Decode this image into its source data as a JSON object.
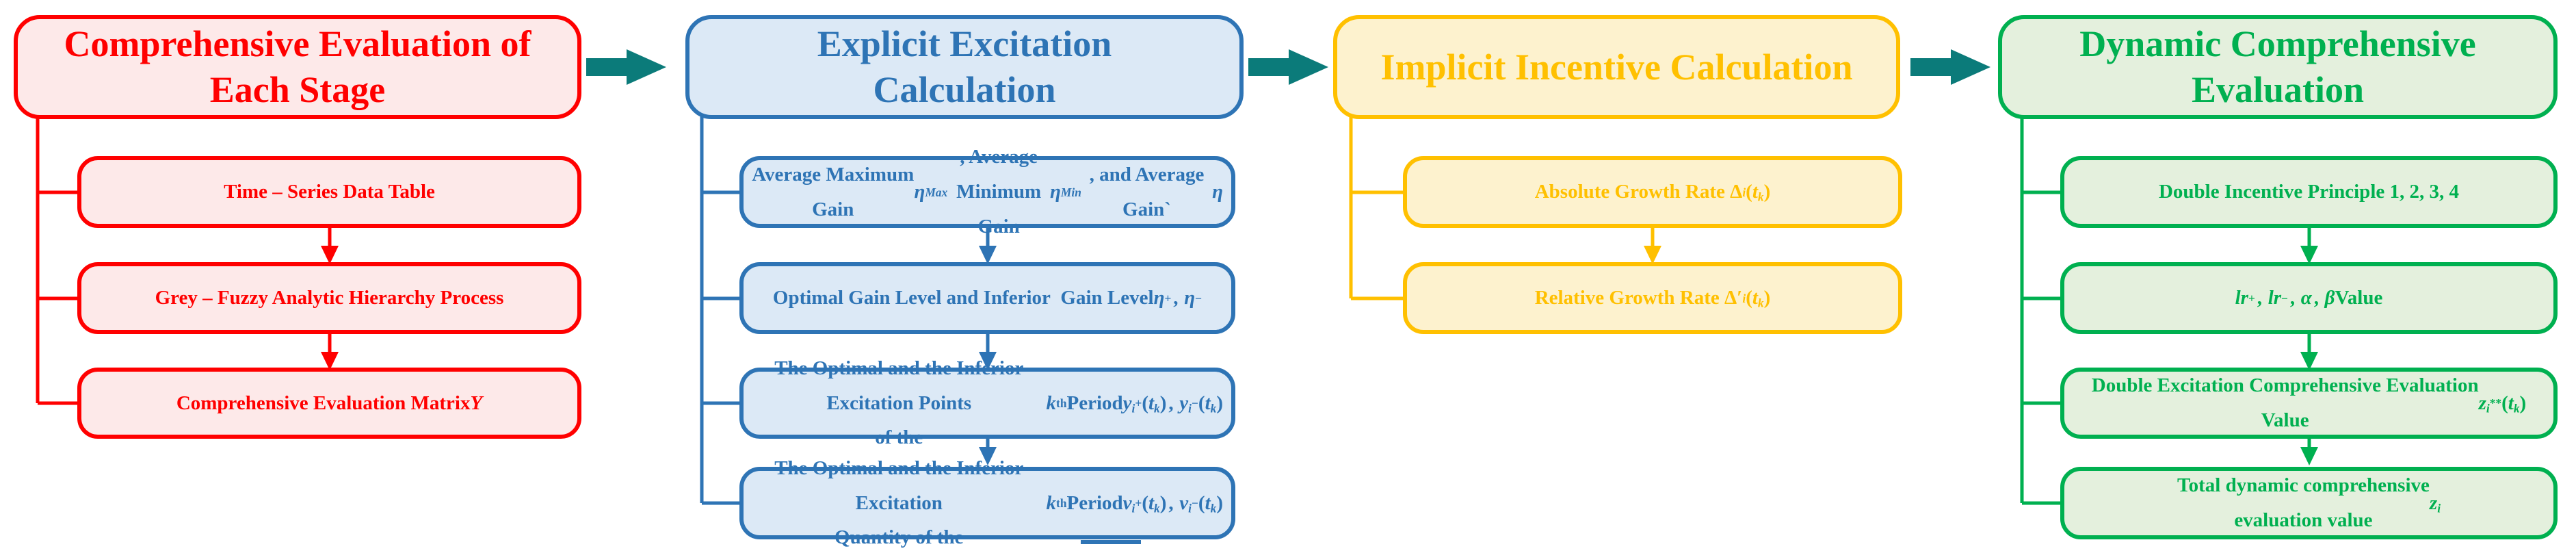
{
  "diagram": {
    "background": "#FFFFFF",
    "flow_arrow": {
      "color": "#0B7B7A",
      "direction": "right",
      "count": 3
    },
    "columns": [
      {
        "key": "stage-evaluation",
        "accent": "#FF0000",
        "fill": "#FDE9E9",
        "title": "Comprehensive Evaluation of<br>Each Stage",
        "boxes": [
          {
            "text": "Time – Series Data Table"
          },
          {
            "text": "Grey – Fuzzy Analytic Hierarchy Process"
          },
          {
            "text": "Comprehensive Evaluation Matrix <i>Y</i>"
          }
        ]
      },
      {
        "key": "explicit-excitation",
        "accent": "#2E74B5",
        "fill": "#DCE9F6",
        "title": "Explicit Excitation<br>Calculation",
        "boxes": [
          {
            "text": "Average Maximum Gain <i>η</i><sup><i>Max</i></sup>, Average<br>Minimum Gain <i>η</i><sup><i>Min</i></sup>, and Average Gain`<i>η</i>"
          },
          {
            "text": "Optimal Gain Level and Inferior&nbsp; Gain Level<br><i>η</i><sup>+</sup>、<i>η</i><sup>−</sup>"
          },
          {
            "text": "The Optimal and the Inferior Excitation Points<br>of the <i>k</i><sup>th</sup> Period <i>y<sub>i</sub></i><sup>+</sup>(<i>t<sub>k</sub></i>)、<i>y<sub>i</sub></i><sup>−</sup>(<i>t<sub>k</sub></i>)"
          },
          {
            "text": "The Optimal and the Inferior Excitation<br>Quantity of the <i>k</i><sup>th</sup> Period <i>v<sub>i</sub></i><sup>+</sup>(<i>t<sub>k</sub></i>)、<i>v<sub>i</sub></i><sup>−</sup>(<i>t<sub>k</sub></i>)"
          }
        ]
      },
      {
        "key": "implicit-incentive",
        "accent": "#FFC000",
        "fill": "#FDF2CE",
        "title": "Implicit Incentive Calculation",
        "boxes": [
          {
            "text": "Absolute Growth Rate Δ<sub><i>i</i></sub>(<i>t<sub>k</sub></i>)"
          },
          {
            "text": "Relative Growth Rate Δ′<sub><i>i</i></sub>(<i>t<sub>k</sub></i>)"
          }
        ]
      },
      {
        "key": "dynamic-comprehensive-evaluation",
        "accent": "#00B050",
        "fill": "#E4F0DD",
        "title": "Dynamic Comprehensive<br>Evaluation",
        "boxes": [
          {
            "text": "Double Incentive Principle 1, 2, 3, 4"
          },
          {
            "text": "<i>lr</i><sup>+</sup>、<i>lr</i><sup>−</sup>、<i>α</i>、<i>β</i> Value"
          },
          {
            "text": "Double Excitation Comprehensive Evaluation<br>Value <i>z<sub>i</sub></i><sup>**</sup>(<i>t<sub>k</sub></i>)"
          },
          {
            "text": "Total dynamic comprehensive<br>evaluation value <i>z<sub>i</sub></i>"
          }
        ]
      }
    ]
  }
}
